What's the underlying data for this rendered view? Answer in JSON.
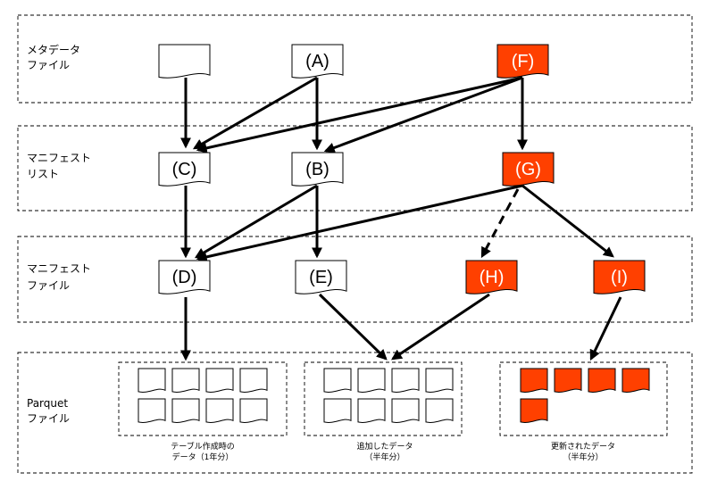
{
  "colors": {
    "highlight": "#FF4000",
    "normal": "#FFFFFF",
    "line": "#000000"
  },
  "lanes": {
    "metadata": {
      "line1": "メタデータ",
      "line2": "ファイル"
    },
    "manifest_list": {
      "line1": "マニフェスト",
      "line2": "リスト"
    },
    "manifest_file": {
      "line1": "マニフェスト",
      "line2": "ファイル"
    },
    "parquet": {
      "line1": "Parquet",
      "line2": "ファイル"
    }
  },
  "nodes": {
    "meta_initial": "",
    "A": "(A)",
    "F": "(F)",
    "C": "(C)",
    "B": "(B)",
    "G": "(G)",
    "D": "(D)",
    "E": "(E)",
    "H": "(H)",
    "I": "(I)"
  },
  "groups": {
    "initial": {
      "caption1": "テーブル作成時の",
      "caption2": "データ（1年分）"
    },
    "appended": {
      "caption1": "追加したデータ",
      "caption2": "（半年分）"
    },
    "updated": {
      "caption1": "更新されたデータ",
      "caption2": "（半年分）"
    }
  }
}
